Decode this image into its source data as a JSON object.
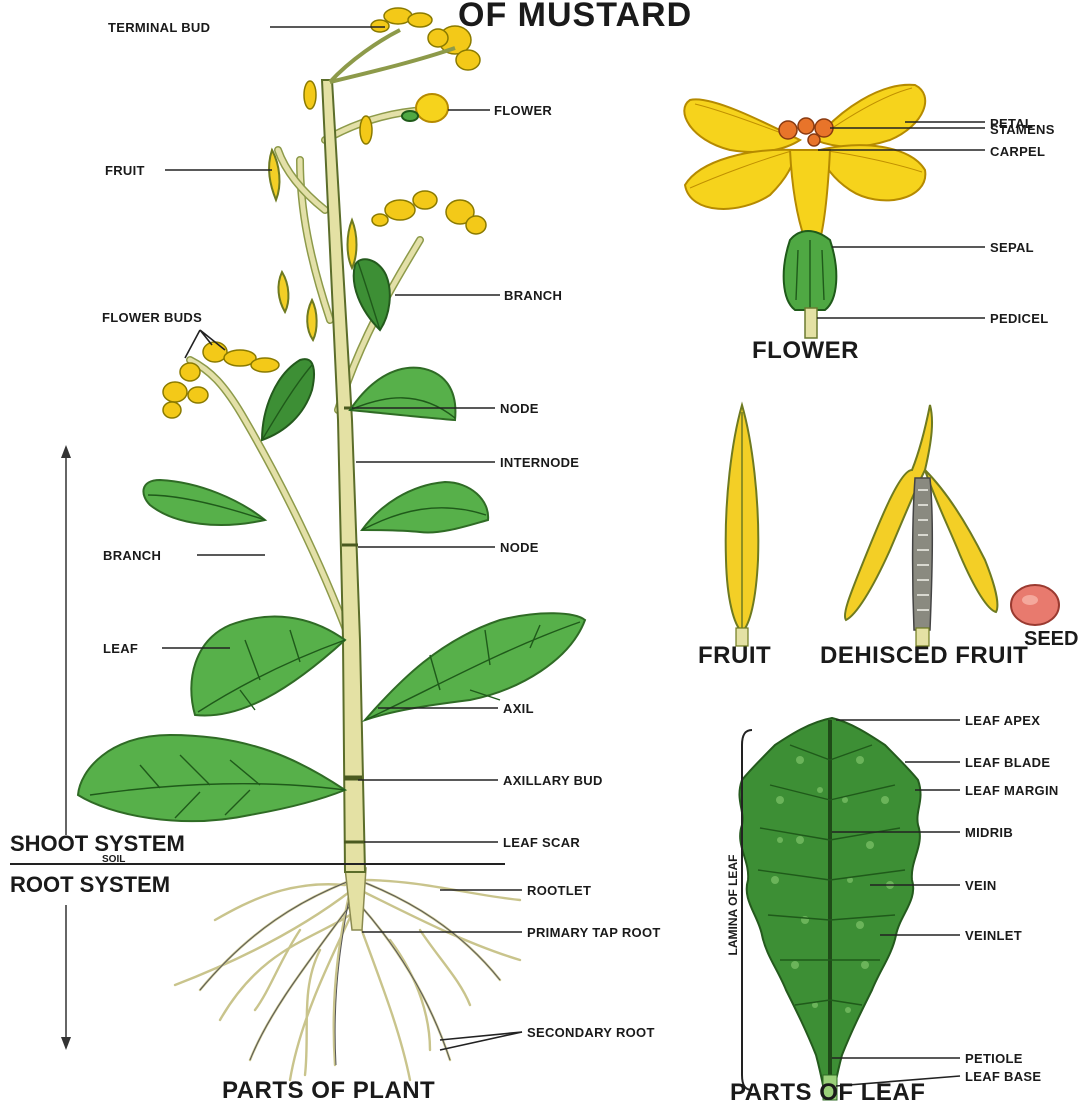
{
  "title": "OF MUSTARD",
  "plant_labels": {
    "terminal_bud": "TERMINAL BUD",
    "flower": "FLOWER",
    "fruit": "FRUIT",
    "branch_upper": "BRANCH",
    "flower_buds": "FLOWER BUDS",
    "node_upper": "NODE",
    "internode": "INTERNODE",
    "branch_left": "BRANCH",
    "node_lower": "NODE",
    "leaf": "LEAF",
    "axil": "AXIL",
    "axillary_bud": "AXILLARY BUD",
    "leaf_scar": "LEAF SCAR",
    "rootlet": "ROOTLET",
    "primary_tap_root": "PRIMARY TAP ROOT",
    "secondary_root": "SECONDARY ROOT",
    "shoot_system": "SHOOT SYSTEM",
    "soil": "SOIL",
    "root_system": "ROOT SYSTEM",
    "caption": "PARTS OF PLANT"
  },
  "flower_labels": {
    "petal": "PETAL",
    "stamens": "STAMENS",
    "carpel": "CARPEL",
    "sepal": "SEPAL",
    "pedicel": "PEDICEL",
    "caption": "FLOWER"
  },
  "fruit_labels": {
    "fruit": "FRUIT",
    "dehisced_fruit": "DEHISCED FRUIT",
    "seed": "SEED"
  },
  "leaf_labels": {
    "leaf_apex": "LEAF APEX",
    "leaf_blade": "LEAF BLADE",
    "leaf_margin": "LEAF MARGIN",
    "midrib": "MIDRIB",
    "vein": "VEIN",
    "veinlet": "VEINLET",
    "petiole": "PETIOLE",
    "leaf_base": "LEAF BASE",
    "lamina": "LAMINA OF LEAF",
    "caption": "PARTS OF LEAF"
  },
  "colors": {
    "leaf_green": "#57b04a",
    "flower_yellow": "#f6d31c",
    "stem": "#e4e1a4",
    "stamen_orange": "#e8742a",
    "seed_pink": "#e87a6e"
  }
}
